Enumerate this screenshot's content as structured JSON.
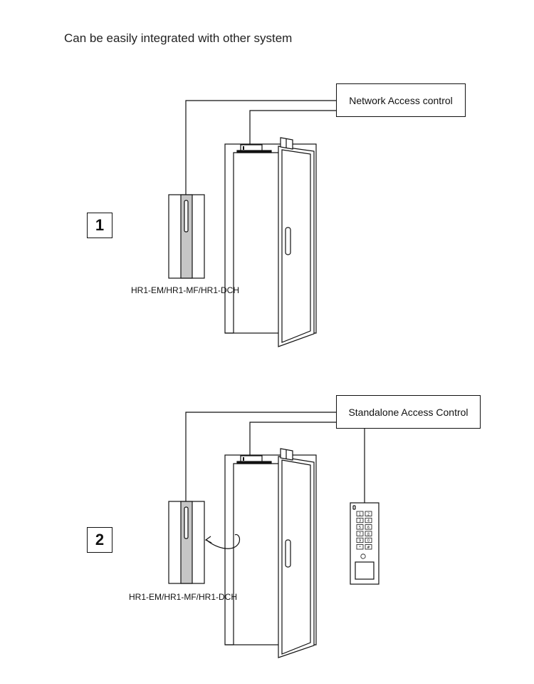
{
  "heading": "Can be easily integrated with other system",
  "diagrams": [
    {
      "number": "1",
      "controller": "Network Access control",
      "reader_model": "HR1-EM/HR1-MF/HR1-DCH",
      "has_keypad": false
    },
    {
      "number": "2",
      "controller": "Standalone Access Control",
      "reader_model": "HR1-EM/HR1-MF/HR1-DCH",
      "has_keypad": true
    }
  ],
  "keypad": {
    "keys": [
      "1",
      "2",
      "3",
      "4",
      "5",
      "6",
      "7",
      "8",
      "9",
      "*",
      "0",
      "#"
    ],
    "bell": "🔔"
  }
}
